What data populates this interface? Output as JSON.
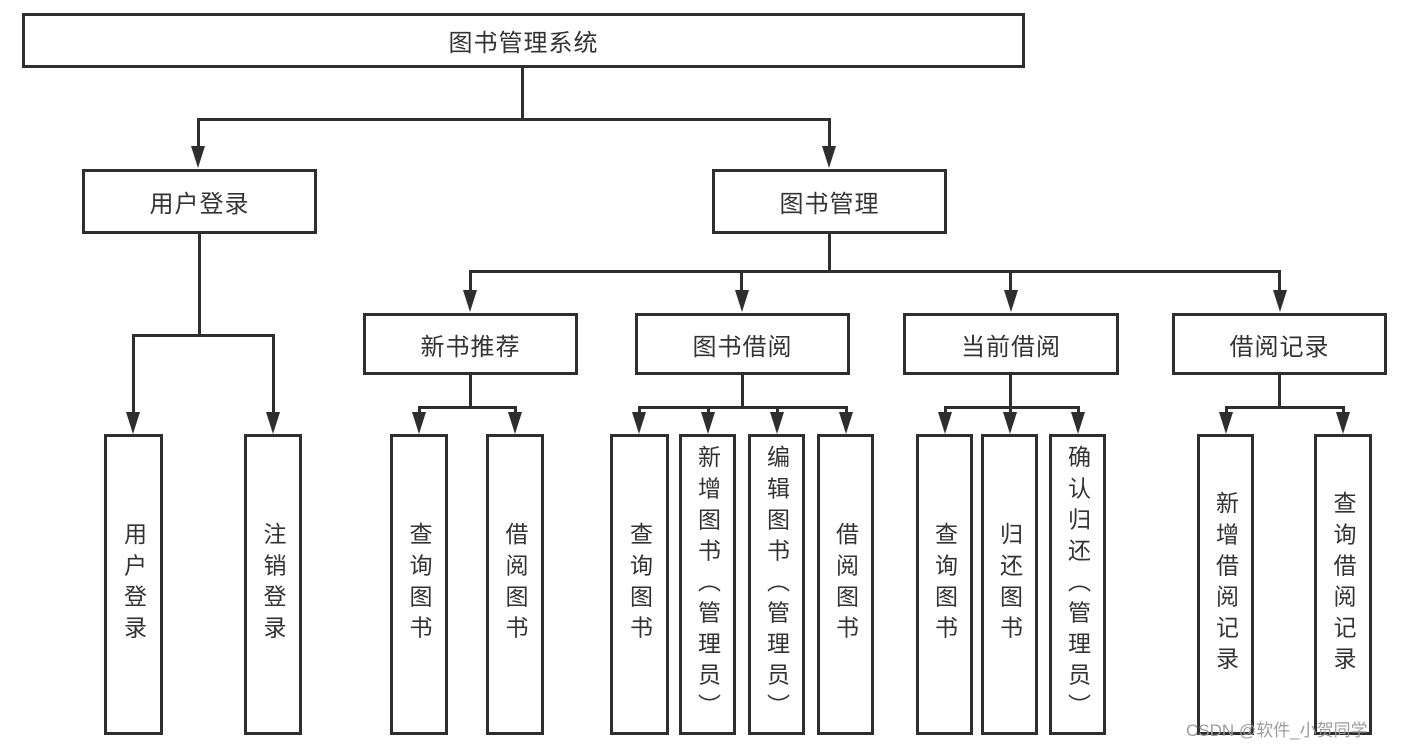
{
  "colors": {
    "line": "#2e2e2e",
    "text": "#333333",
    "watermark": "#9c9c9c",
    "box_fill": "#ffffff"
  },
  "diagram": {
    "root": "图书管理系统",
    "level2": {
      "user_login": "用户登录",
      "book_management": "图书管理"
    },
    "level3": {
      "new_book_recommend": "新书推荐",
      "book_borrow": "图书借阅",
      "current_borrow": "当前借阅",
      "borrow_records": "借阅记录"
    },
    "leaves": {
      "user_login": "用户登录",
      "logout": "注销登录",
      "nb_query_books": "查询图书",
      "nb_borrow_books": "借阅图书",
      "bb_query_books": "查询图书",
      "bb_add_books": "新增图书（管理员）",
      "bb_edit_books": "编辑图书（管理员）",
      "bb_borrow_books": "借阅图书",
      "cb_query_books": "查询图书",
      "cb_return_books": "归还图书",
      "cb_confirm_return": "确认归还（管理员）",
      "br_add_record": "新增借阅记录",
      "br_query_record": "查询借阅记录"
    }
  },
  "watermark": "CSDN @软件_小贺同学"
}
